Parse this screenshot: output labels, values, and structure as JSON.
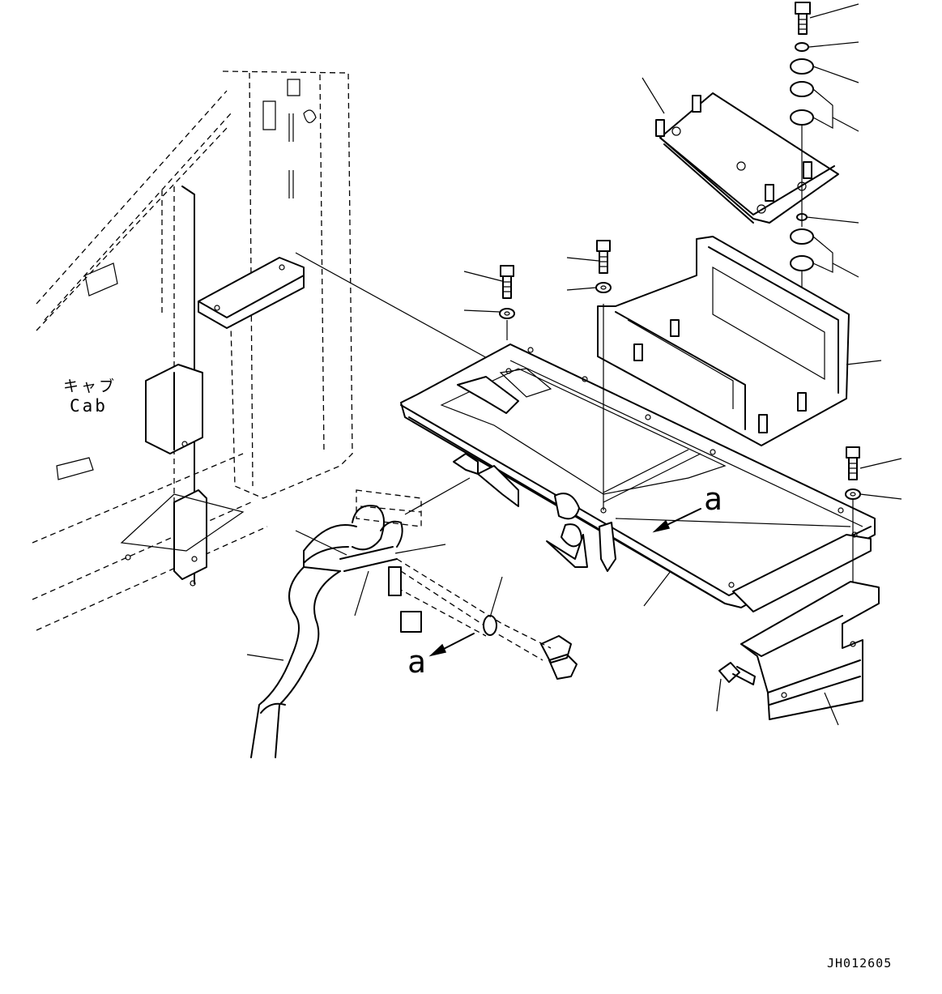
{
  "labels": {
    "cab_jp": "キャブ",
    "cab_en": "Cab",
    "view_a_1": "a",
    "view_a_2": "a",
    "figure_id": "JH012605"
  }
}
